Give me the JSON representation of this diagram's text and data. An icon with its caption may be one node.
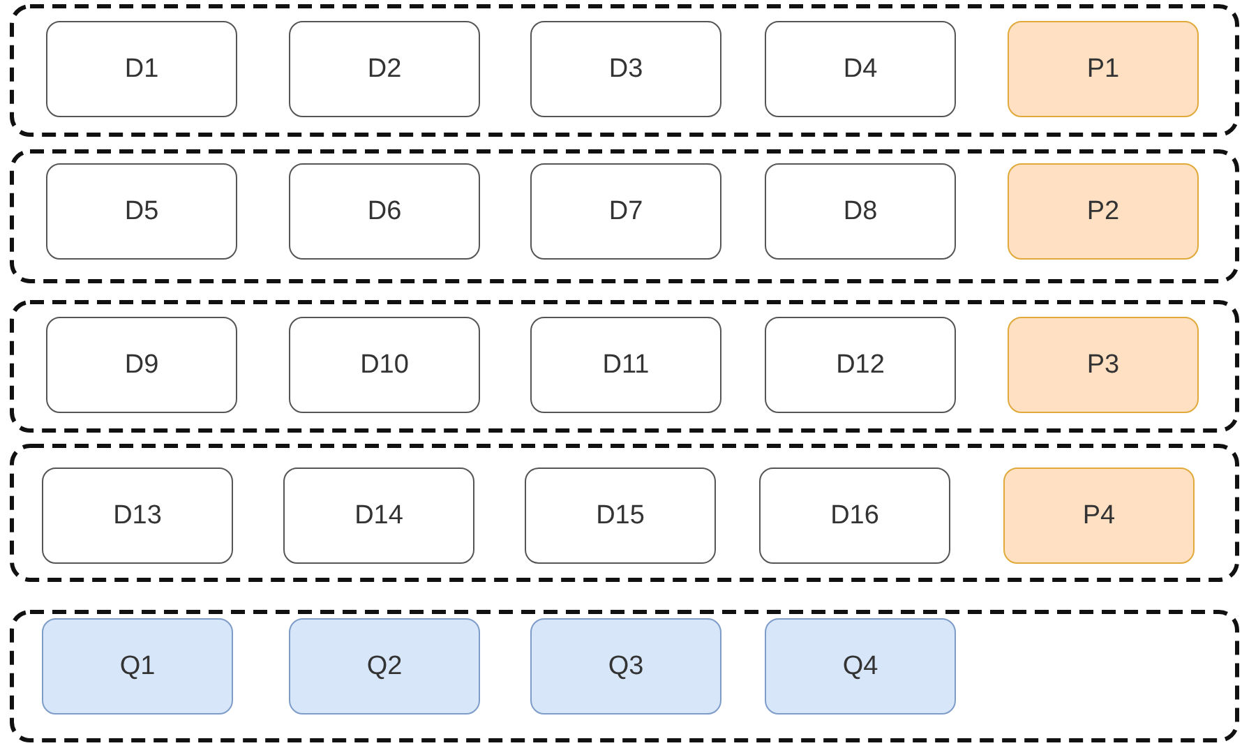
{
  "diagram": {
    "nodes": [
      {
        "text": [],
        "shape": "box"
      },
      {
        "text": [
          "D1"
        ],
        "in": 0
      },
      {
        "text": [
          "D2"
        ],
        "in": 0
      },
      {
        "text": [
          "D3"
        ],
        "in": 0
      },
      {
        "text": [
          "D4"
        ],
        "in": 0
      },
      {
        "text": [
          "P1"
        ],
        "in": 0
      },
      {
        "text": [],
        "shape": "box"
      },
      {
        "text": [
          "D5"
        ],
        "in": 6
      },
      {
        "text": [
          "D6"
        ],
        "in": 6
      },
      {
        "text": [
          "D7"
        ],
        "in": 6
      },
      {
        "text": [
          "D8"
        ],
        "in": 6
      },
      {
        "text": [
          "P2"
        ],
        "in": 6
      },
      {
        "text": [],
        "shape": "box"
      },
      {
        "text": [
          "D9"
        ],
        "in": 12
      },
      {
        "text": [
          "D10"
        ],
        "in": 12
      },
      {
        "text": [
          "D11"
        ],
        "in": 12
      },
      {
        "text": [
          "D12"
        ],
        "in": 12
      },
      {
        "text": [
          "P3"
        ],
        "in": 12
      },
      {
        "text": [],
        "shape": "box"
      },
      {
        "text": [
          "D13"
        ],
        "in": 18
      },
      {
        "text": [
          "D14"
        ],
        "in": 18
      },
      {
        "text": [
          "D15"
        ],
        "in": 18
      },
      {
        "text": [
          "D16"
        ],
        "in": 18
      },
      {
        "text": [
          "P4"
        ],
        "in": 18
      },
      {
        "text": [],
        "shape": "box"
      },
      {
        "text": [
          "Q1"
        ],
        "in": 24
      },
      {
        "text": [
          "Q2"
        ],
        "in": 24
      },
      {
        "text": [
          "Q3"
        ],
        "in": 24
      },
      {
        "text": [
          "Q4"
        ],
        "in": 24
      }
    ]
  }
}
